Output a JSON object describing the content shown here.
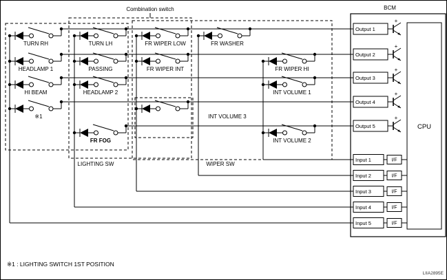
{
  "title": {
    "combination_switch": "Combination switch",
    "bcm": "BCM"
  },
  "switches": {
    "turn_rh": "TURN RH",
    "turn_lh": "TURN LH",
    "headlamp_1": "HEADLAMP 1",
    "passing": "PASSING",
    "hi_beam": "HI BEAM",
    "headlamp_2": "HEADLAMP 2",
    "position_1": "※1",
    "fr_fog": "FR FOG",
    "fr_wiper_low": "FR WIPER LOW",
    "fr_wiper_int": "FR WIPER INT",
    "fr_washer": "FR WASHER",
    "fr_wiper_hi": "FR WIPER HI",
    "int_volume_1": "INT VOLUME 1",
    "int_volume_2": "INT VOLUME 2",
    "int_volume_3": "INT VOLUME 3"
  },
  "groups": {
    "lighting_sw": "LIGHTING SW",
    "wiper_sw": "WIPER SW"
  },
  "bcm": {
    "outputs": [
      "Output 1",
      "Output 2",
      "Output 3",
      "Output 4",
      "Output 5"
    ],
    "inputs": [
      "Input 1",
      "Input 2",
      "Input 3",
      "Input 4",
      "Input 5"
    ],
    "if_label": "I/F",
    "cpu": "CPU",
    "plus": "+"
  },
  "footnote": "※1 : LIGHTING SWITCH 1ST POSITION",
  "code": "LIIA2895E"
}
